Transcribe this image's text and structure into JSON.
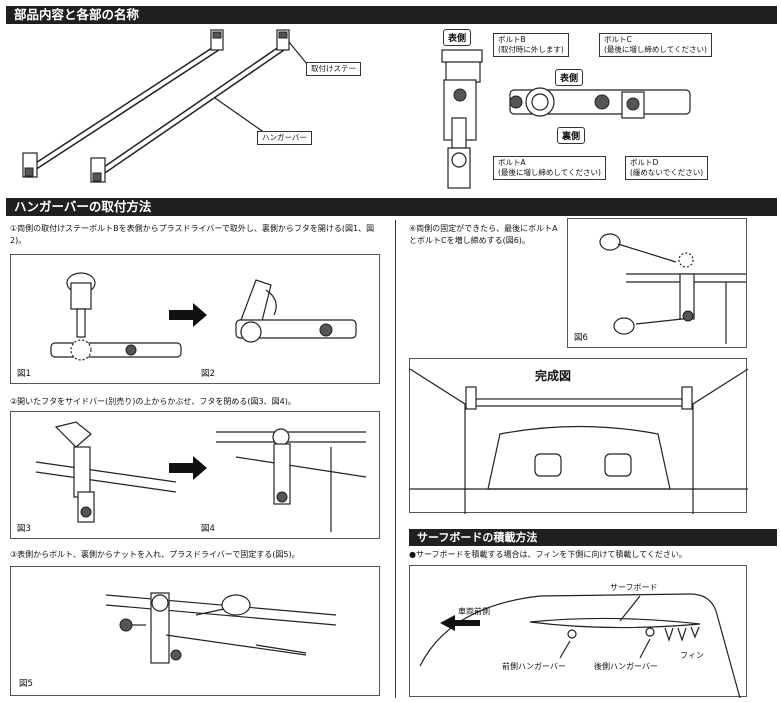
{
  "sections": {
    "parts": "部品内容と各部の名称",
    "install": "ハンガーバーの取付方法",
    "surf": "サーフボードの積載方法"
  },
  "parts": {
    "stay_label": "取付けステー",
    "bar_label": "ハンガーバー",
    "front_tag": "表側",
    "front_tag2": "表側",
    "back_tag": "裏側",
    "boltB": "ボルトB",
    "boltB_note": "(取付時に外します)",
    "boltC": "ボルトC",
    "boltC_note": "(最後に増し締めしてください)",
    "boltA": "ボルトA",
    "boltA_note": "(最後に増し締めしてください)",
    "boltD": "ボルトD",
    "boltD_note": "(緩めないでください)"
  },
  "steps": {
    "s1": "①両側の取付けステーボルトBを表側からプラスドライバーで取外し、裏側からフタを開ける(図1、図2)。",
    "s2": "②開いたフタをサイドバー(別売り)の上からかぶせ、フタを閉める(図3、図4)。",
    "s3": "③表側からボルト、裏側からナットを入れ、プラスドライバーで固定する(図5)。",
    "s4": "④両側の固定ができたら、最後にボルトAとボルトCを増し締めする(図6)。"
  },
  "figs": {
    "f1": "図1",
    "f2": "図2",
    "f3": "図3",
    "f4": "図4",
    "f5": "図5",
    "f6": "図6",
    "complete": "完成図"
  },
  "surf": {
    "note": "●サーフボードを積載する場合は、フィンを下側に向けて積載してください。",
    "board": "サーフボード",
    "front_dir": "車両前側",
    "front_bar": "前側ハンガーバー",
    "rear_bar": "後側ハンガーバー",
    "fin": "フィン"
  }
}
